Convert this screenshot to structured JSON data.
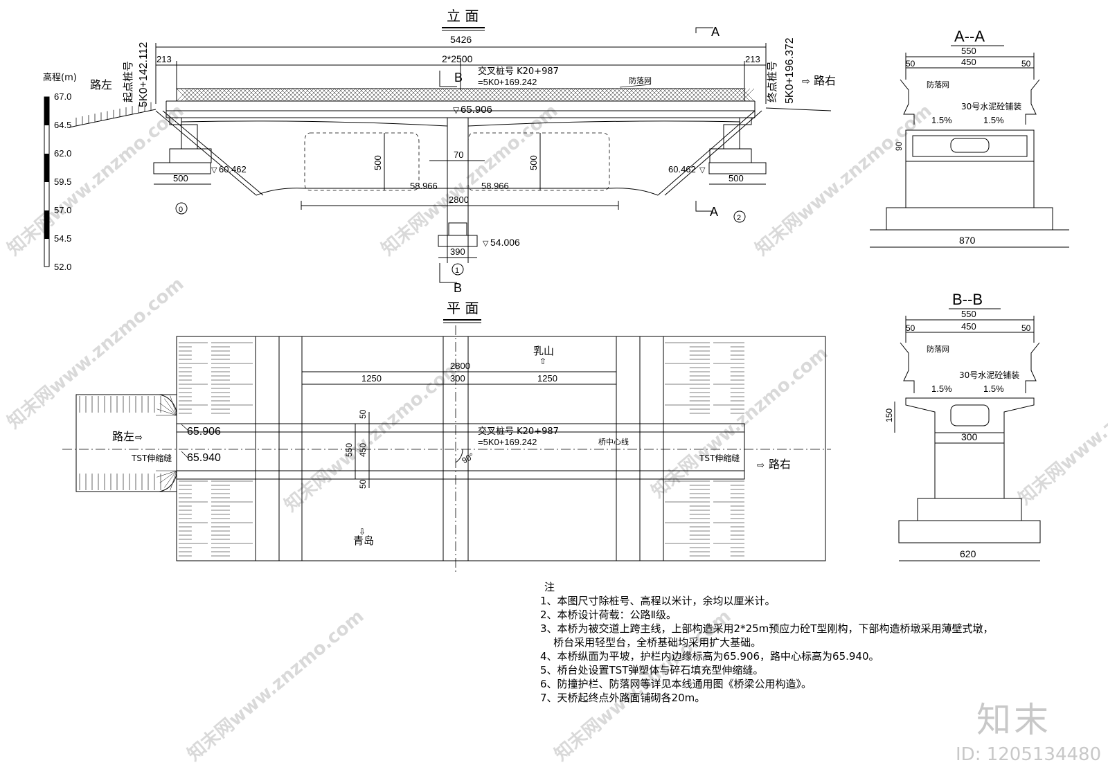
{
  "watermark": {
    "text": "知末网www.znzmo.com",
    "brand": "知末",
    "id": "ID: 1205134480"
  },
  "elevation": {
    "title": "立 面",
    "total_length": "5426",
    "span_label": "2*2500",
    "end_offset_left": "213",
    "end_offset_right": "213",
    "start_station_title": "起点桩号",
    "start_station": "5K0+142.112",
    "end_station_title": "终点桩号",
    "end_station": "5K0+196.372",
    "cross_station": "交叉桩号 K20+987",
    "cross_station_eq": "=5K0+169.242",
    "fence_label": "防落网",
    "deck_elev": "65.906",
    "left_road": "路左",
    "right_road": "路右",
    "scale_title": "高程(m)",
    "scale_ticks": [
      "67.0",
      "64.5",
      "62.0",
      "59.5",
      "57.0",
      "54.5",
      "52.0"
    ],
    "abut_left_found": "60.462",
    "abut_right_found": "60.462",
    "abut_width_left": "500",
    "abut_width_right": "500",
    "clear_height_left": "500",
    "clear_height_right": "500",
    "pier_thickness": "70",
    "ground_left": "58.966",
    "ground_right": "58.966",
    "underpass_width": "2800",
    "pier_found_elev": "54.006",
    "pier_found_width": "390",
    "node_0": "0",
    "node_1": "1",
    "node_2": "2",
    "section_a": "A",
    "section_b": "B"
  },
  "plan": {
    "title": "平 面",
    "dim_total": "2800",
    "dim_left": "1250",
    "dim_mid": "300",
    "dim_right": "1250",
    "direction_top": "乳山",
    "direction_bottom": "青岛",
    "left_road": "路左",
    "right_road": "路右",
    "elev_edge": "65.906",
    "elev_center": "65.940",
    "joint_left": "TST伸缩缝",
    "joint_right": "TST伸缩缝",
    "cross_station": "交叉桩号 K20+987",
    "cross_station_eq": "=5K0+169.242",
    "centerline": "桥中心线",
    "angle": "90°",
    "width_total": "550",
    "width_deck": "450",
    "width_side_top": "50",
    "width_side_bottom": "50"
  },
  "section_aa": {
    "title": "A--A",
    "w_total": "550",
    "w_deck": "450",
    "w_side_l": "50",
    "w_side_r": "50",
    "fence": "防落网",
    "paving": "30号水泥砼铺装",
    "slope_l": "1.5%",
    "slope_r": "1.5%",
    "height": "90",
    "base": "870"
  },
  "section_bb": {
    "title": "B--B",
    "w_total": "550",
    "w_deck": "450",
    "w_side_l": "50",
    "w_side_r": "50",
    "fence": "防落网",
    "paving": "30号水泥砼铺装",
    "slope_l": "1.5%",
    "slope_r": "1.5%",
    "height": "150",
    "pier_w": "300",
    "base": "620"
  },
  "notes": {
    "title": "注",
    "items": [
      "1、本图尺寸除桩号、高程以米计，余均以厘米计。",
      "2、本桥设计荷载：公路Ⅱ级。",
      "3、本桥为被交道上跨主线，上部构造采用2*25m预应力砼T型刚构，下部构造桥墩采用薄壁式墩，",
      "    桥台采用轻型台，全桥基础均采用扩大基础。",
      "4、本桥纵面为平坡，护栏内边缘标高为65.906，路中心标高为65.940。",
      "5、桥台处设置TST弹塑体与碎石填充型伸缩缝。",
      "6、防撞护栏、防落网等详见本线通用图《桥梁公用构造》。",
      "7、天桥起终点外路面铺砌各20m。"
    ]
  }
}
